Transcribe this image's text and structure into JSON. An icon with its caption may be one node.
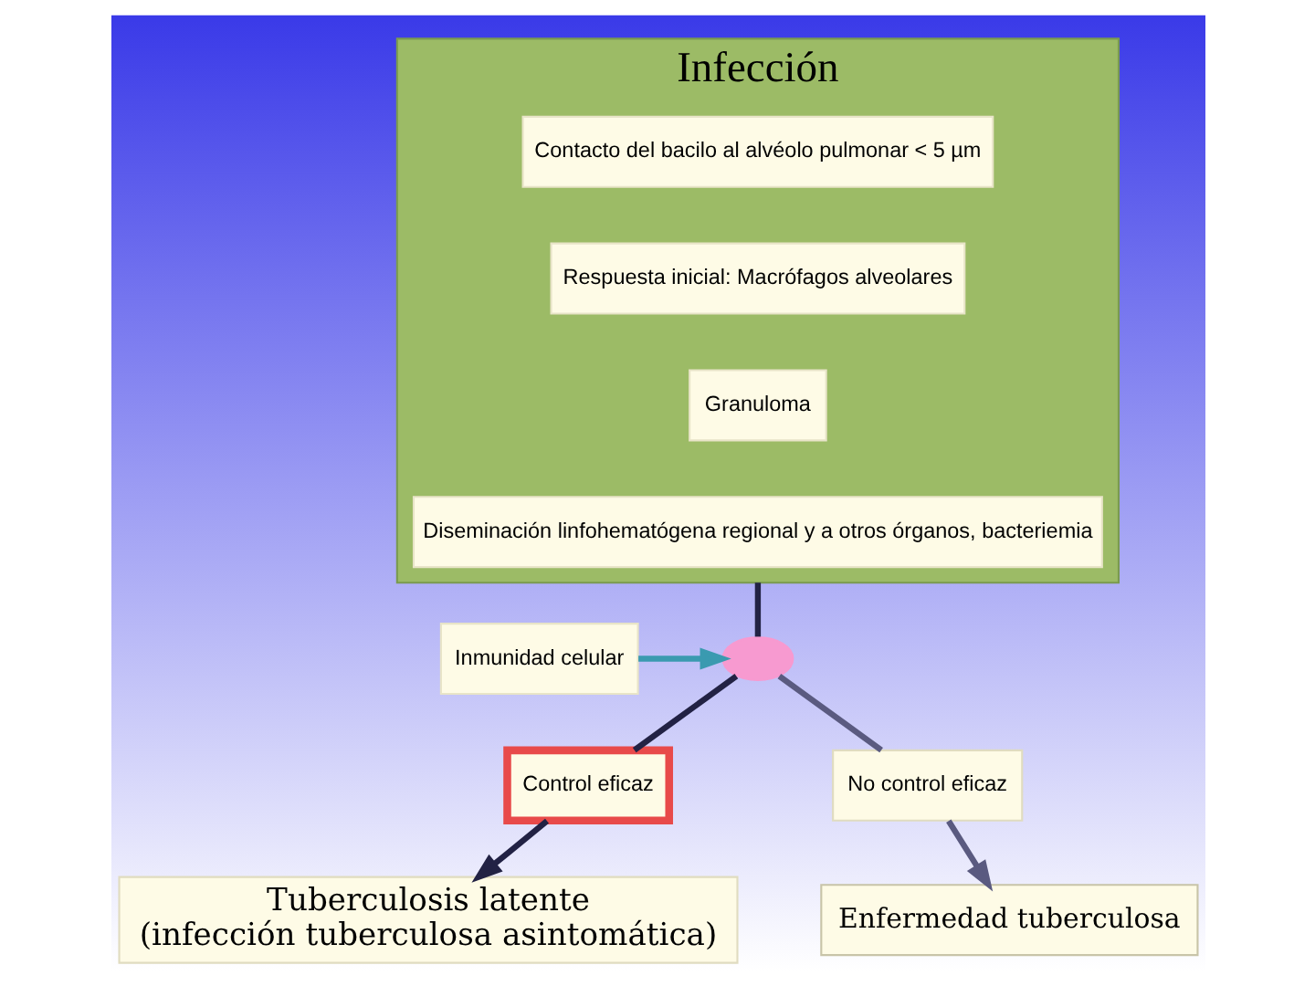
{
  "diagram": {
    "nodes": [
      {
        "text": [
          "Infección"
        ]
      },
      {
        "text": [
          "Contacto del bacilo al alvéolo pulmonar < 5 µm"
        ],
        "in": 0
      },
      {
        "text": [
          "Respuesta inicial: Macrófagos alveolares"
        ],
        "in": 0
      },
      {
        "text": [
          "Granuloma"
        ],
        "in": 0
      },
      {
        "text": [
          "Diseminación linfohematógena regional y a otros órganos, bacteriemia"
        ],
        "in": 0
      },
      {
        "text": [],
        "shape": "ellipse"
      },
      {
        "text": [
          "Inmunidad celular"
        ]
      },
      {
        "text": [
          "Control eficaz"
        ]
      },
      {
        "text": [
          "No control eficaz"
        ]
      },
      {
        "text": [
          "Tuberculosis latente",
          "(infección tuberculosa asintomática)"
        ]
      },
      {
        "text": [
          "Enfermedad tuberculosa"
        ]
      }
    ],
    "edges": [
      {
        "from": 0,
        "to": 5,
        "arrow": "none"
      },
      {
        "from": 6,
        "to": 5,
        "arrow": "to",
        "color": "#3a9ab0"
      },
      {
        "from": 5,
        "to": 7,
        "arrow": "none"
      },
      {
        "from": 5,
        "to": 8,
        "arrow": "none",
        "color": "#5a5a80"
      },
      {
        "from": 7,
        "to": 9,
        "arrow": "to"
      },
      {
        "from": 8,
        "to": 10,
        "arrow": "to",
        "color": "#5a5a80"
      }
    ]
  }
}
